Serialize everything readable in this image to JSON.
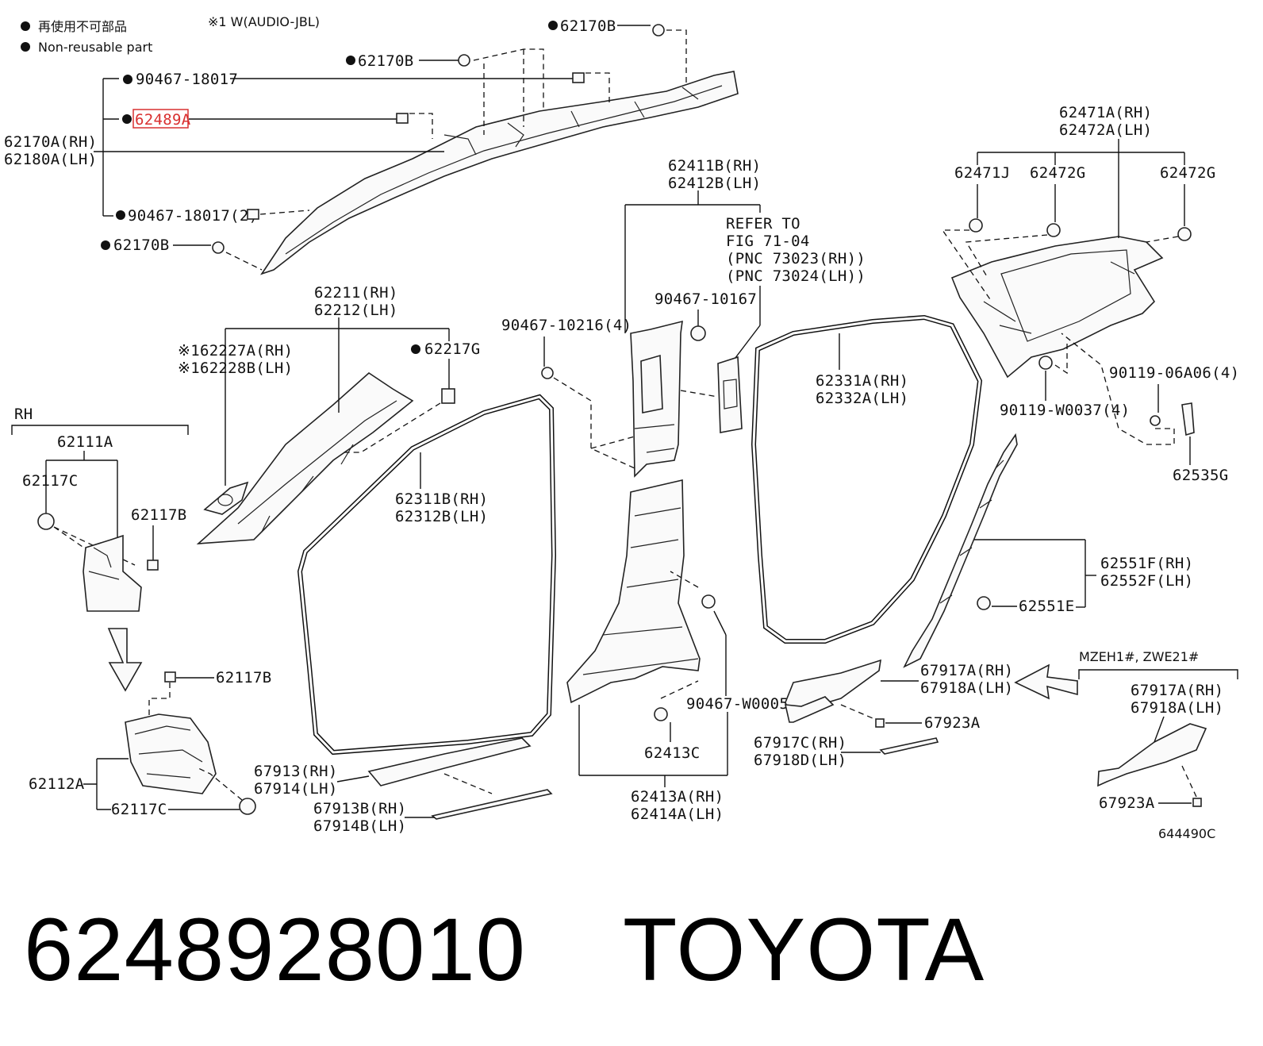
{
  "legend": {
    "line_jp": "再使用不可部品",
    "line_en": "Non-reusable part",
    "note": "※1 W(AUDIO-JBL)"
  },
  "labels": {
    "l62170B_a": "62170B",
    "l62170B_b": "62170B",
    "l62170B_c": "62170B",
    "l90467_18017": "90467-18017",
    "l62489A": "62489A",
    "l62170A": "62170A(RH)",
    "l62180A": "62180A(LH)",
    "l90467_18017_2": "90467-18017(2)",
    "l62411B": "62411B(RH)",
    "l62412B": "62412B(LH)",
    "refer1": "REFER TO",
    "refer2": "FIG 71-04",
    "refer3": "(PNC 73023(RH))",
    "refer4": "(PNC 73024(LH))",
    "l90467_10167": "90467-10167",
    "l90467_10216": "90467-10216(4)",
    "l62211": "62211(RH)",
    "l62212": "62212(LH)",
    "l62227A": "※162227A(RH)",
    "l62228B": "※162228B(LH)",
    "l62217G": "62217G",
    "rh": "RH",
    "l62111A": "62111A",
    "l62117C_a": "62117C",
    "l62117B_a": "62117B",
    "l62117B_b": "62117B",
    "l62112A": "62112A",
    "l62117C_b": "62117C",
    "l62311B": "62311B(RH)",
    "l62312B": "62312B(LH)",
    "l67913": "67913(RH)",
    "l67914": "67914(LH)",
    "l67913B": "67913B(RH)",
    "l67914B": "67914B(LH)",
    "l62413C": "62413C",
    "l62413A": "62413A(RH)",
    "l62414A": "62414A(LH)",
    "l90467_W0005": "90467-W0005",
    "l62331A": "62331A(RH)",
    "l62332A": "62332A(LH)",
    "l62471A": "62471A(RH)",
    "l62472A": "62472A(LH)",
    "l62471J": "62471J",
    "l62472G_a": "62472G",
    "l62472G_b": "62472G",
    "l90119_06A06": "90119-06A06(4)",
    "l90119_W0037": "90119-W0037(4)",
    "l62535G": "62535G",
    "l62551F": "62551F(RH)",
    "l62552F": "62552F(LH)",
    "l62551E": "62551E",
    "l67917A": "67917A(RH)",
    "l67918A": "67918A(LH)",
    "l67923A_a": "67923A",
    "l67917C": "67917C(RH)",
    "l67918D": "67918D(LH)",
    "mzeh": "MZEH1#, ZWE21#",
    "l67917A_b": "67917A(RH)",
    "l67918A_b": "67918A(LH)",
    "l67923A_b": "67923A",
    "code": "644490C"
  },
  "footer": {
    "part_number": "6248928010",
    "brand": "TOYOTA"
  },
  "colors": {
    "highlight": "#d93030",
    "ink": "#111111"
  }
}
